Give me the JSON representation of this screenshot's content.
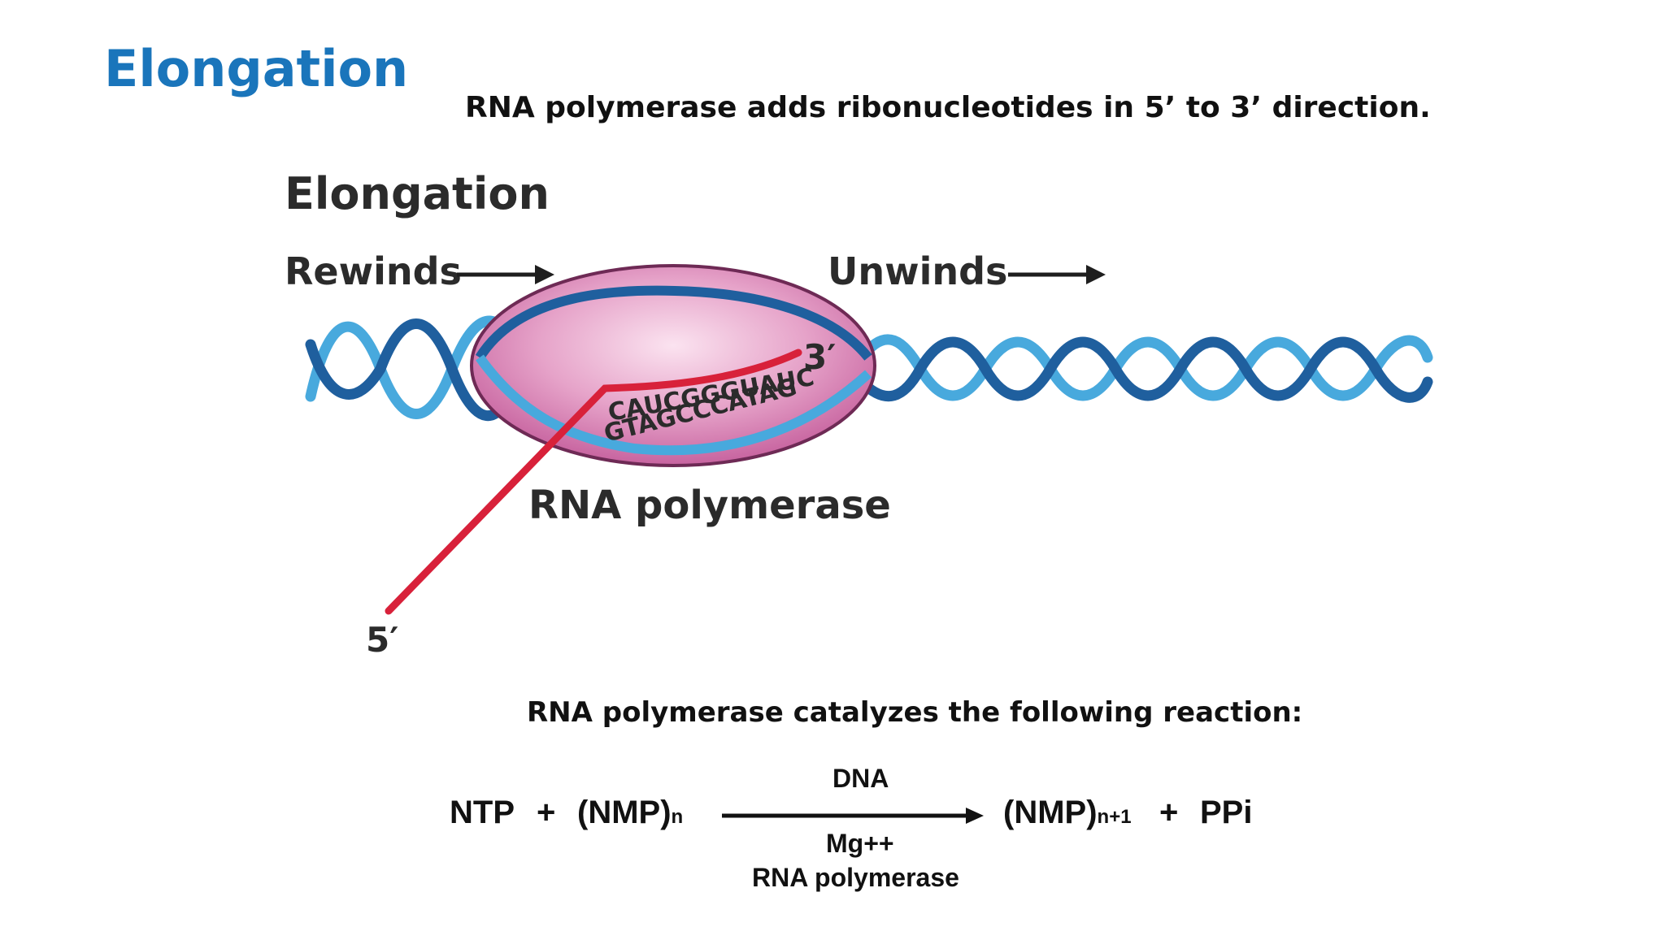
{
  "slide": {
    "title": "Elongation",
    "subtitle": "RNA polymerase adds ribonucleotides in 5’ to 3’ direction."
  },
  "figure": {
    "heading": "Elongation",
    "rewinds": "Rewinds",
    "unwinds": "Unwinds",
    "enzyme_label": "RNA polymerase",
    "rna_seq": "CAUCGGGUAUC",
    "dna_seq": "GTAGCCCATAG",
    "end_3": "3′",
    "end_5": "5′",
    "colors": {
      "dna_dark": "#1f5f9e",
      "dna_light": "#48a9dd",
      "rna": "#d8213a",
      "bubble": "#d98ab9",
      "bubble_edge": "#7a2d5d"
    }
  },
  "reaction": {
    "intro": "RNA polymerase catalyzes the following reaction:",
    "ntp": "NTP",
    "plus1": "+",
    "nmp": "(NMP)",
    "nmp_sub": "n",
    "above_arrow": "DNA",
    "below_arrow_1": "Mg++",
    "below_arrow_2": "RNA polymerase",
    "product_nmp": "(NMP)",
    "product_sub": "n+1",
    "plus2": "+",
    "ppi": "PPi"
  }
}
